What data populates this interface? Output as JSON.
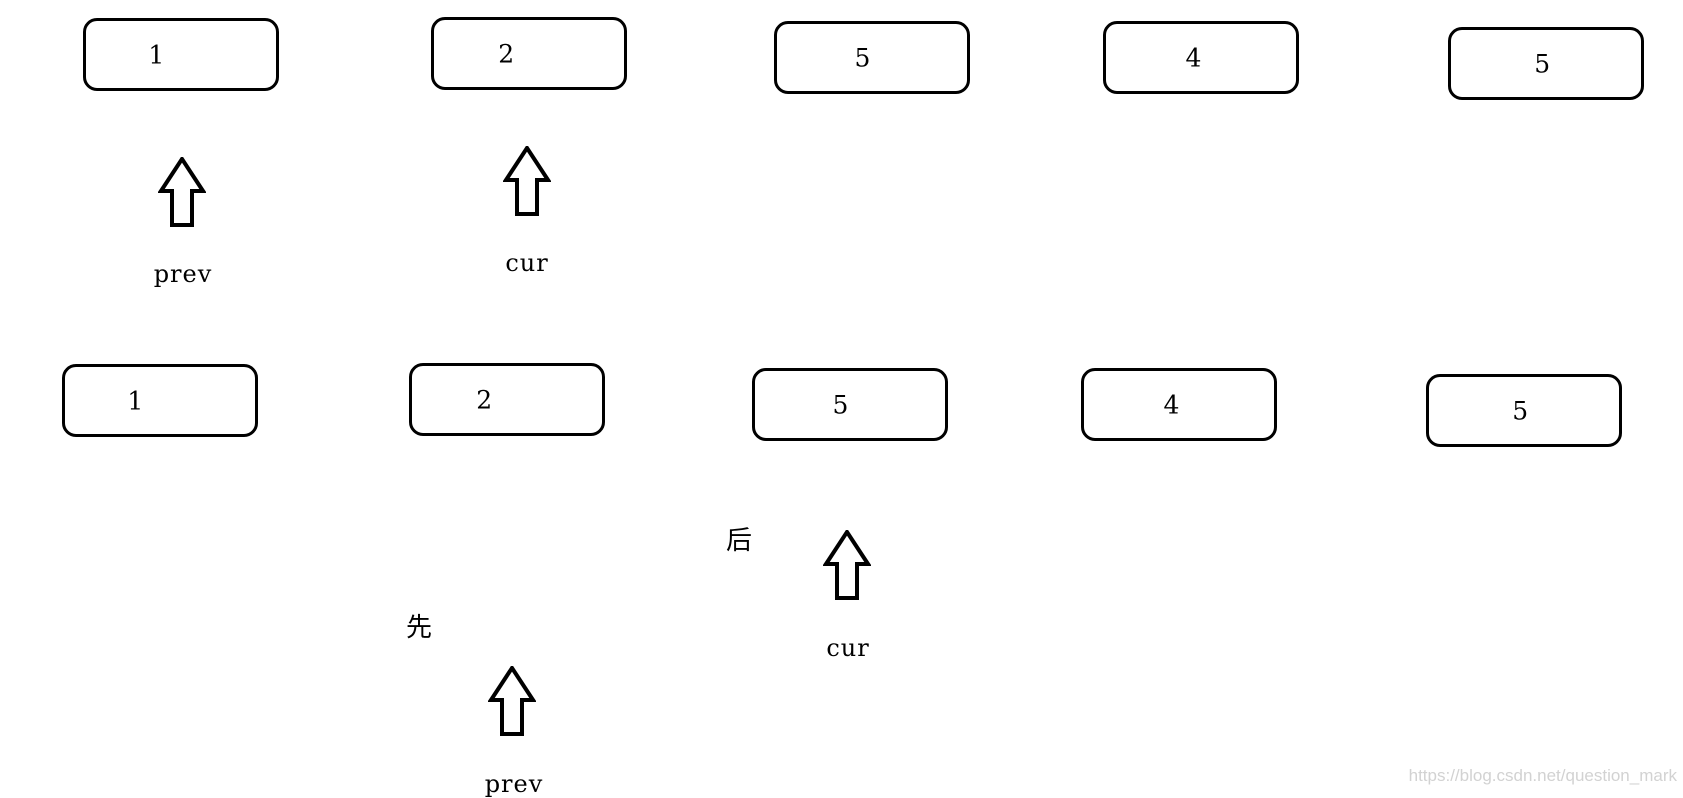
{
  "rows": [
    {
      "nodes": [
        "1",
        "2",
        "5",
        "4",
        "5"
      ],
      "prev_label": "prev",
      "cur_label": "cur"
    },
    {
      "nodes": [
        "1",
        "2",
        "5",
        "4",
        "5"
      ],
      "prev_label": "prev",
      "cur_label": "cur",
      "first_label": "先",
      "after_label": "后"
    }
  ],
  "watermark": "https://blog.csdn.net/question_mark"
}
